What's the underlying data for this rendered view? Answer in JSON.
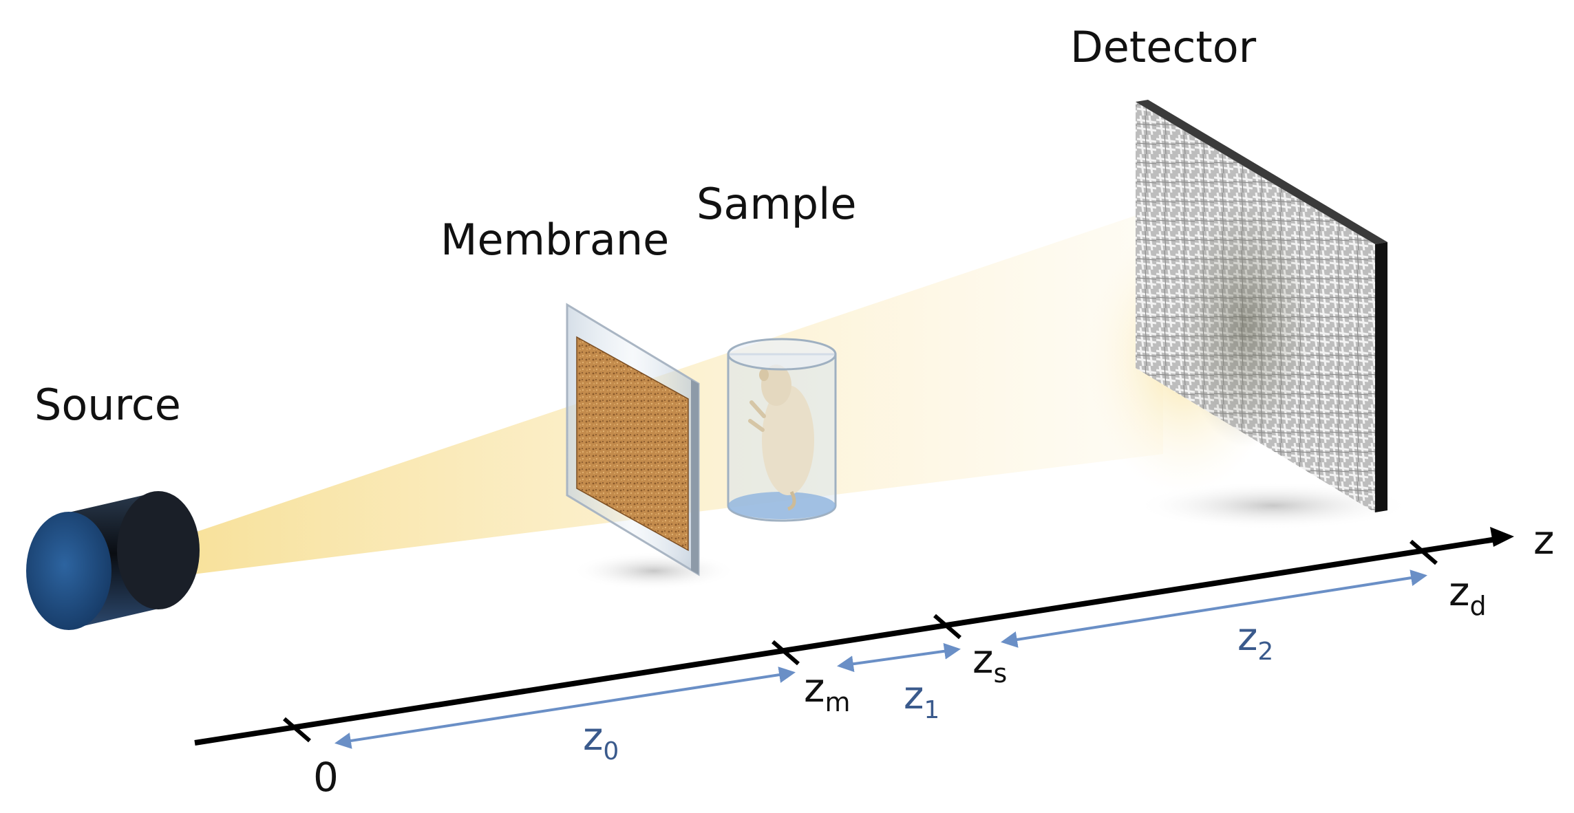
{
  "labels": {
    "source": "Source",
    "membrane": "Membrane",
    "sample": "Sample",
    "detector": "Detector"
  },
  "axis": {
    "name": "z",
    "ticks": [
      {
        "main": "0",
        "sub": ""
      },
      {
        "main": "z",
        "sub": "m"
      },
      {
        "main": "z",
        "sub": "s"
      },
      {
        "main": "z",
        "sub": "d"
      }
    ]
  },
  "distances": [
    {
      "main": "z",
      "sub": "0"
    },
    {
      "main": "z",
      "sub": "1"
    },
    {
      "main": "z",
      "sub": "2"
    }
  ],
  "colors": {
    "axis": "#000000",
    "distance_arrow": "#6a8fc6",
    "distance_text": "#3a5a8c",
    "beam": "#f6dc8a",
    "source_face": "#1f4f86",
    "membrane_fill": "#c08a4a",
    "detector_face": "#c9c9c9"
  }
}
